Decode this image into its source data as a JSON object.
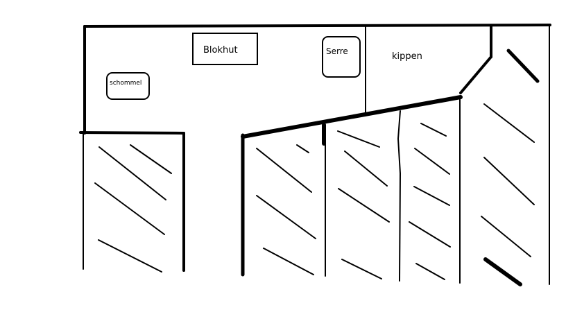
{
  "labels": {
    "blokhut": "Blokhut",
    "serre": "Serre",
    "kippen": "kippen",
    "schommel": "schommel"
  },
  "colors": {
    "ink": "#000000",
    "background": "#ffffff"
  }
}
